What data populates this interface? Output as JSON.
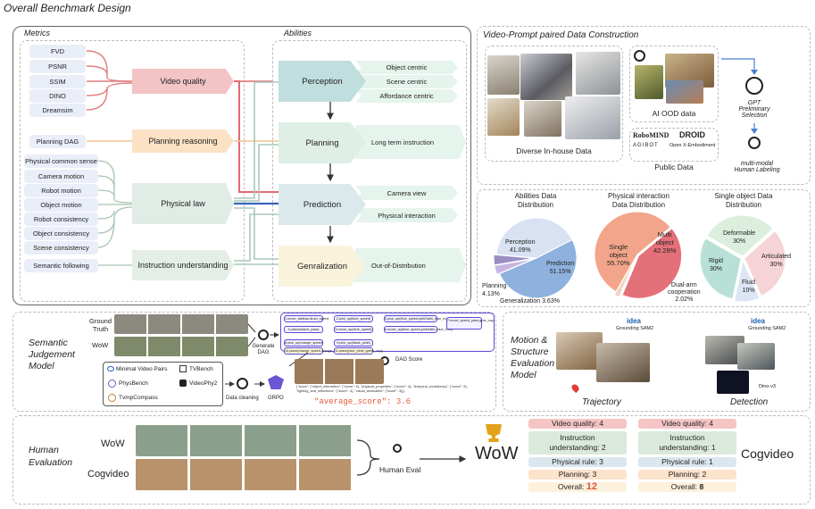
{
  "page_title": "Overall Benchmark Design",
  "benchmark": {
    "metrics_title": "Metrics",
    "abilities_title": "Abilities",
    "metrics": [
      "FVD",
      "PSNR",
      "SSIM",
      "DINO",
      "Dreamsim",
      "Planning DAG",
      "Physical common sense",
      "Camera motion",
      "Robot motion",
      "Object motion",
      "Robot consistency",
      "Object consistency",
      "Scene consistency",
      "Semantic following"
    ],
    "categories": [
      "Video quality",
      "Planning reasoning",
      "Physical law",
      "Instruction understanding"
    ],
    "abilities": [
      "Perception",
      "Planning",
      "Prediction",
      "Genralization"
    ],
    "perception_subs": [
      "Object centric",
      "Scene centric",
      "Affordance centric"
    ],
    "planning_sub": "Long term instruction",
    "prediction_subs": [
      "Camera view",
      "Physical interaction"
    ],
    "generalization_sub": "Out-of-Distribution",
    "colors": {
      "video_quality": "#f2c4c6",
      "planning": "#fbe2c4",
      "physical": "#e2ece6",
      "instruction": "#e5eee6",
      "ability": "#bfdedd",
      "sub": "#e5f4ec"
    }
  },
  "data_construction": {
    "title": "Video-Prompt paired Data Construction",
    "inhouse_label": "Diverse In-house Data",
    "ood_label": "AI OOD data",
    "public_label": "Public Data",
    "logos": [
      "RoboMIND",
      "DROID",
      "AGIBOT",
      "Open X-Embodiment"
    ],
    "gpt_label": "GPT\nPreliminary Selection",
    "human_label": "multi-modal\nHuman Labeling"
  },
  "distributions": {
    "abilities": {
      "title": "Abilities Data\nDistribution",
      "slices": [
        {
          "label": "Perception",
          "value": 41.09
        },
        {
          "label": "Prediction",
          "value": 51.15
        },
        {
          "label": "Generalization",
          "value": 3.63
        },
        {
          "label": "Planning",
          "value": 4.13
        }
      ],
      "labels": [
        "Perception\n41.09%",
        "Prediction\n51.15%",
        "Planning\n4.13%",
        "Generalization 3.63%"
      ]
    },
    "physical": {
      "title": "Physical interaction\nData Distribution",
      "slices": [
        {
          "label": "Single object",
          "value": 55.7
        },
        {
          "label": "Multi object",
          "value": 42.28
        },
        {
          "label": "Dual-arm cooperation",
          "value": 2.02
        }
      ],
      "labels": [
        "Single\nobject\n55.70%",
        "Multi\nobject\n42.28%",
        "Dual-arm\ncooperation\n2.02%"
      ]
    },
    "single": {
      "title": "Single object  Data\nDistribution",
      "slices": [
        {
          "label": "Deformable",
          "value": 30
        },
        {
          "label": "Articulated",
          "value": 30
        },
        {
          "label": "Fluid",
          "value": 10
        },
        {
          "label": "Rigid",
          "value": 30
        }
      ],
      "labels": [
        "Deformable\n30%",
        "Articulated\n30%",
        "Fluid\n10%",
        "Rigid\n30%"
      ]
    }
  },
  "semantic": {
    "title": "Semantic\nJudgement\nModel",
    "ground_truth": "Ground\nTruth",
    "wow": "WoW",
    "generate_dag": "Generate\nDAG",
    "dag_score": "DAG Score",
    "datasets": [
      "Minimal Video Pairs",
      "TVBench",
      "PhysBench",
      "VideoPhy2",
      "TvmpCompass"
    ],
    "data_cleaning": "Data cleaning",
    "grpo": "GRPO",
    "json_text": "{\"score\": {\"object_interaction\": {\"score\": 4}, \"physical_properties\": {\"score\": 4}, \"temporal_consistency\": {\"score\": 5}, \"lighting_and_reflections\": {\"score\": 4}, \"visual_anomalies\": {\"score\": 3}}},",
    "average_score": "\"average_score\": 3.6",
    "dag_nodes": [
      "1.move_tableau.drum_speed",
      "2.pick_up(blue_speed)",
      "3.pick_up(blue_speed,pinkSatin_blue_hold)",
      "4.place(object_pass)",
      "5.move_up(blue_speed)",
      "6.move_up(blue_speed,pinkSatin_blue_hold)",
      "7.move_speed_pass,gree_cup",
      "8.pick_up(orange_speed)",
      "9.pick_up(black_pinkl)",
      "10.place(orange_speed,orange_hold)",
      "11.place(plue_pinkl_green_cup)"
    ]
  },
  "motion": {
    "title": "Motion &\nStructure\nEvaluation\nModel",
    "grounding": "Grounding SAM2",
    "idea": "idea",
    "trajectory": "Trajectory",
    "detection": "Detection",
    "dino": "Dino-v3"
  },
  "human": {
    "title": "Human\nEvaluation",
    "wow": "WoW",
    "cogvideo": "Cogvideo",
    "human_eval": "Human Eval",
    "winner": "WoW",
    "wow_scores": [
      "Video quality: 4",
      "Instruction\nunderstanding: 2",
      "Physical rule: 3",
      "Planning: 3"
    ],
    "wow_overall_label": "Overall: ",
    "wow_overall": "12",
    "cog_scores": [
      "Video quality: 4",
      "Instruction\nunderstanding: 1",
      "Physical rule: 1",
      "Planning: 2"
    ],
    "cog_overall_label": "Overall: ",
    "cog_overall": "8",
    "cog_label": "Cogvideo"
  }
}
